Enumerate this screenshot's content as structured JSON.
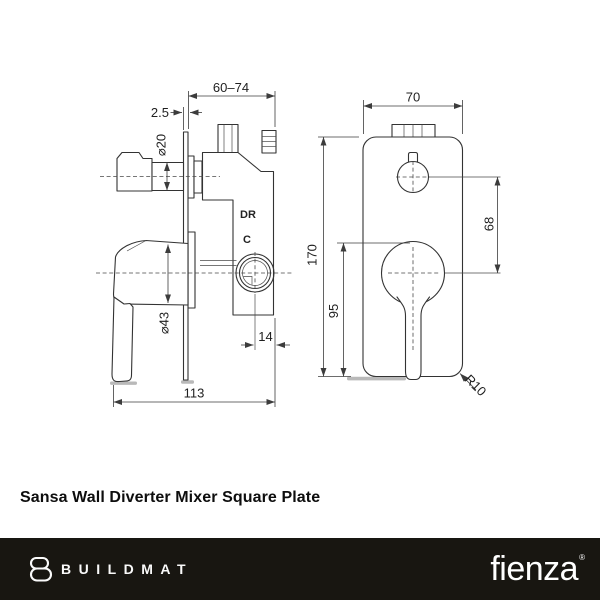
{
  "title": {
    "text": "Sansa Wall Diverter Mixer Square Plate"
  },
  "diagram": {
    "side_view": {
      "body_labels": {
        "diverter": "DR",
        "cold": "C"
      },
      "dims": {
        "depth_range": "60–74",
        "plate_thickness": "2.5",
        "spindle_diameter": "⌀20",
        "handle_diameter": "⌀43",
        "outlet_offset": "14",
        "overall_width": "113"
      }
    },
    "front_view": {
      "dims": {
        "plate_width": "70",
        "plate_height": "170",
        "handle_centre_height": "95",
        "centres_spacing": "68",
        "corner_radius": "R10"
      }
    }
  },
  "footer": {
    "brand_left": {
      "name": "BUILDMAT"
    },
    "brand_right": {
      "name": "fienza",
      "mark": "®"
    }
  },
  "colors": {
    "line": "#333333",
    "dimension": "#3c3c3c",
    "shadow": "#b9b9b9",
    "footer_bg": "#181611",
    "footer_text": "#ffffff"
  }
}
